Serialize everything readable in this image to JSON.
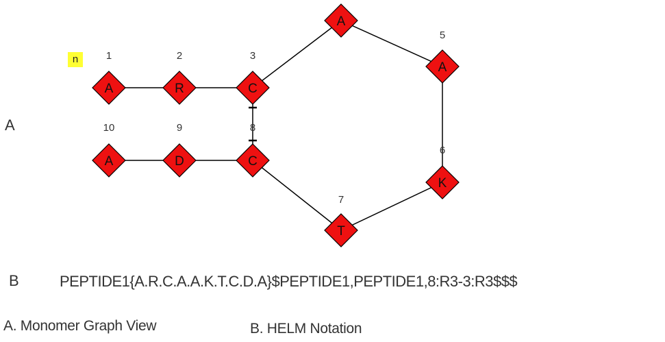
{
  "panel_a": {
    "label": "A",
    "polymer_badge": "n",
    "monomers": [
      {
        "symbol": "A",
        "index": "1"
      },
      {
        "symbol": "R",
        "index": "2"
      },
      {
        "symbol": "C",
        "index": "3"
      },
      {
        "symbol": "A",
        "index": ""
      },
      {
        "symbol": "A",
        "index": "5"
      },
      {
        "symbol": "K",
        "index": "6"
      },
      {
        "symbol": "T",
        "index": "7"
      },
      {
        "symbol": "C",
        "index": "8"
      },
      {
        "symbol": "D",
        "index": "9"
      },
      {
        "symbol": "A",
        "index": "10"
      }
    ],
    "bonds": [
      [
        0,
        1
      ],
      [
        1,
        2
      ],
      [
        2,
        3
      ],
      [
        3,
        4
      ],
      [
        4,
        5
      ],
      [
        5,
        6
      ],
      [
        6,
        7
      ],
      [
        7,
        8
      ],
      [
        8,
        9
      ]
    ],
    "crosslinks": [
      [
        2,
        7
      ]
    ],
    "colors": {
      "monomer_fill": "#ee1111",
      "monomer_stroke": "#000000",
      "bond": "#000000",
      "badge": "#ffff33"
    }
  },
  "panel_b": {
    "label": "B",
    "helm": "PEPTIDE1{A.R.C.A.A.K.T.C.D.A}$PEPTIDE1,PEPTIDE1,8:R3-3:R3$$$"
  },
  "captions": {
    "a": "A. Monomer Graph View",
    "b": "B. HELM Notation"
  }
}
